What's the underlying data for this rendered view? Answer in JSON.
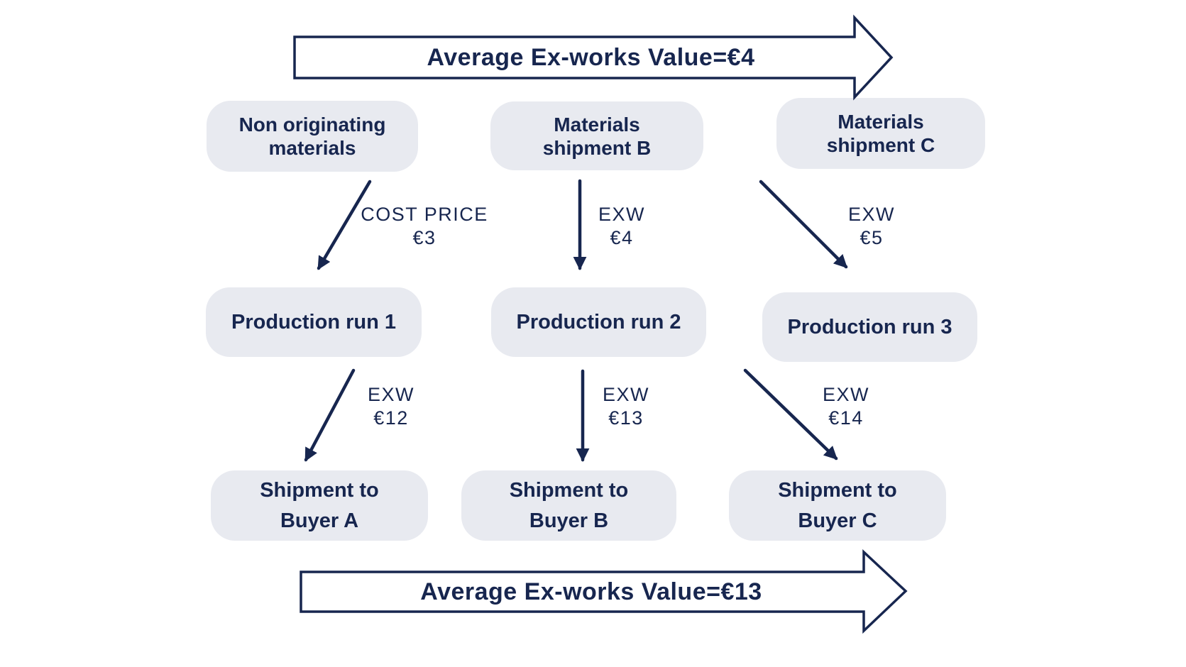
{
  "banners": {
    "top": "Average Ex-works Value=€4",
    "bottom": "Average Ex-works Value=€13"
  },
  "nodes": {
    "non_originating": {
      "line1": "Non originating",
      "line2": "materials"
    },
    "materials_b": {
      "line1": "Materials",
      "line2": "shipment B"
    },
    "materials_c": {
      "line1": "Materials",
      "line2": "shipment C"
    },
    "production_1": {
      "label": "Production run 1"
    },
    "production_2": {
      "label": "Production run 2"
    },
    "production_3": {
      "label": "Production run 3"
    },
    "shipment_a": {
      "line1": "Shipment to",
      "line2": "Buyer A"
    },
    "shipment_b": {
      "line1": "Shipment to",
      "line2": "Buyer B"
    },
    "shipment_c": {
      "line1": "Shipment to",
      "line2": "Buyer C"
    }
  },
  "edges": {
    "cost_to_run1": {
      "label": "COST PRICE",
      "value": "€3"
    },
    "exw_to_run2": {
      "label": "EXW",
      "value": "€4"
    },
    "exw_to_run3": {
      "label": "EXW",
      "value": "€5"
    },
    "exw_to_buyer_a": {
      "label": "EXW",
      "value": "€12"
    },
    "exw_to_buyer_b": {
      "label": "EXW",
      "value": "€13"
    },
    "exw_to_buyer_c": {
      "label": "EXW",
      "value": "€14"
    }
  },
  "colors": {
    "navy": "#17264f",
    "node_fill": "#e8eaf0",
    "background": "#ffffff"
  }
}
